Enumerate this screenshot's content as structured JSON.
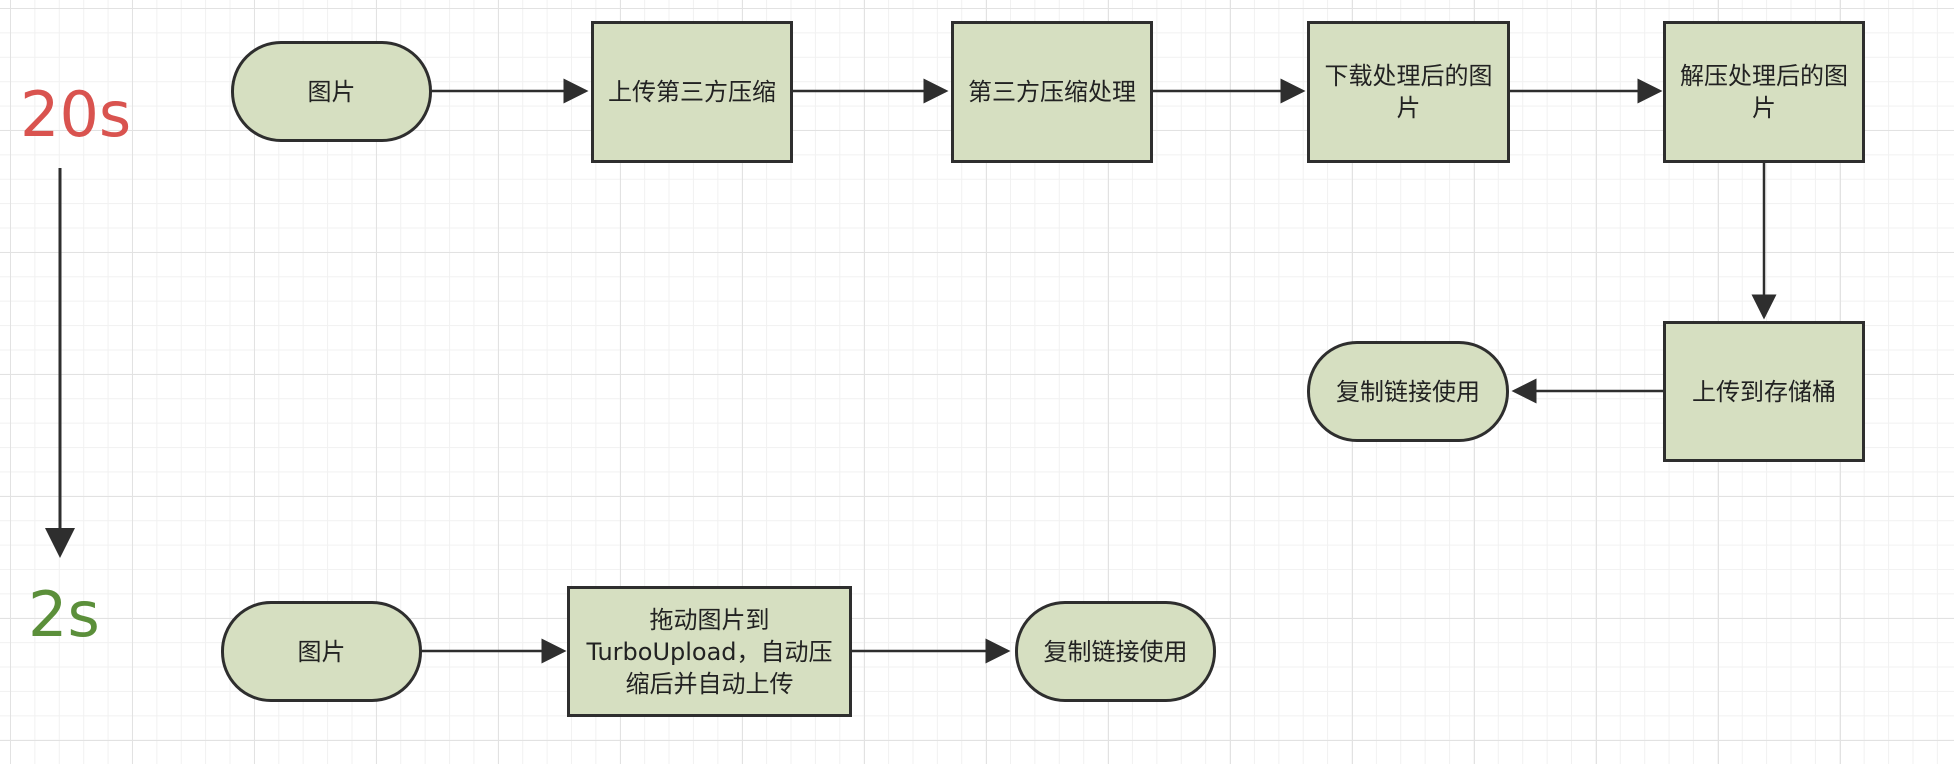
{
  "colors": {
    "slow_timing": "#d9534f",
    "fast_timing": "#5b8f3a",
    "node_fill": "#d6dfc1",
    "stroke": "#2e2e2e"
  },
  "timing": {
    "slow": "20s",
    "fast": "2s"
  },
  "flow_slow": {
    "start": "图片",
    "upload_third_party": "上传第三方压缩",
    "third_party_process": "第三方压缩处理",
    "download": "下载处理后的图片",
    "decompress": "解压处理后的图片",
    "upload_bucket": "上传到存储桶",
    "end": "复制链接使用"
  },
  "flow_fast": {
    "start": "图片",
    "turbo": "拖动图片到TurboUpload，自动压缩后并自动上传",
    "end": "复制链接使用"
  }
}
